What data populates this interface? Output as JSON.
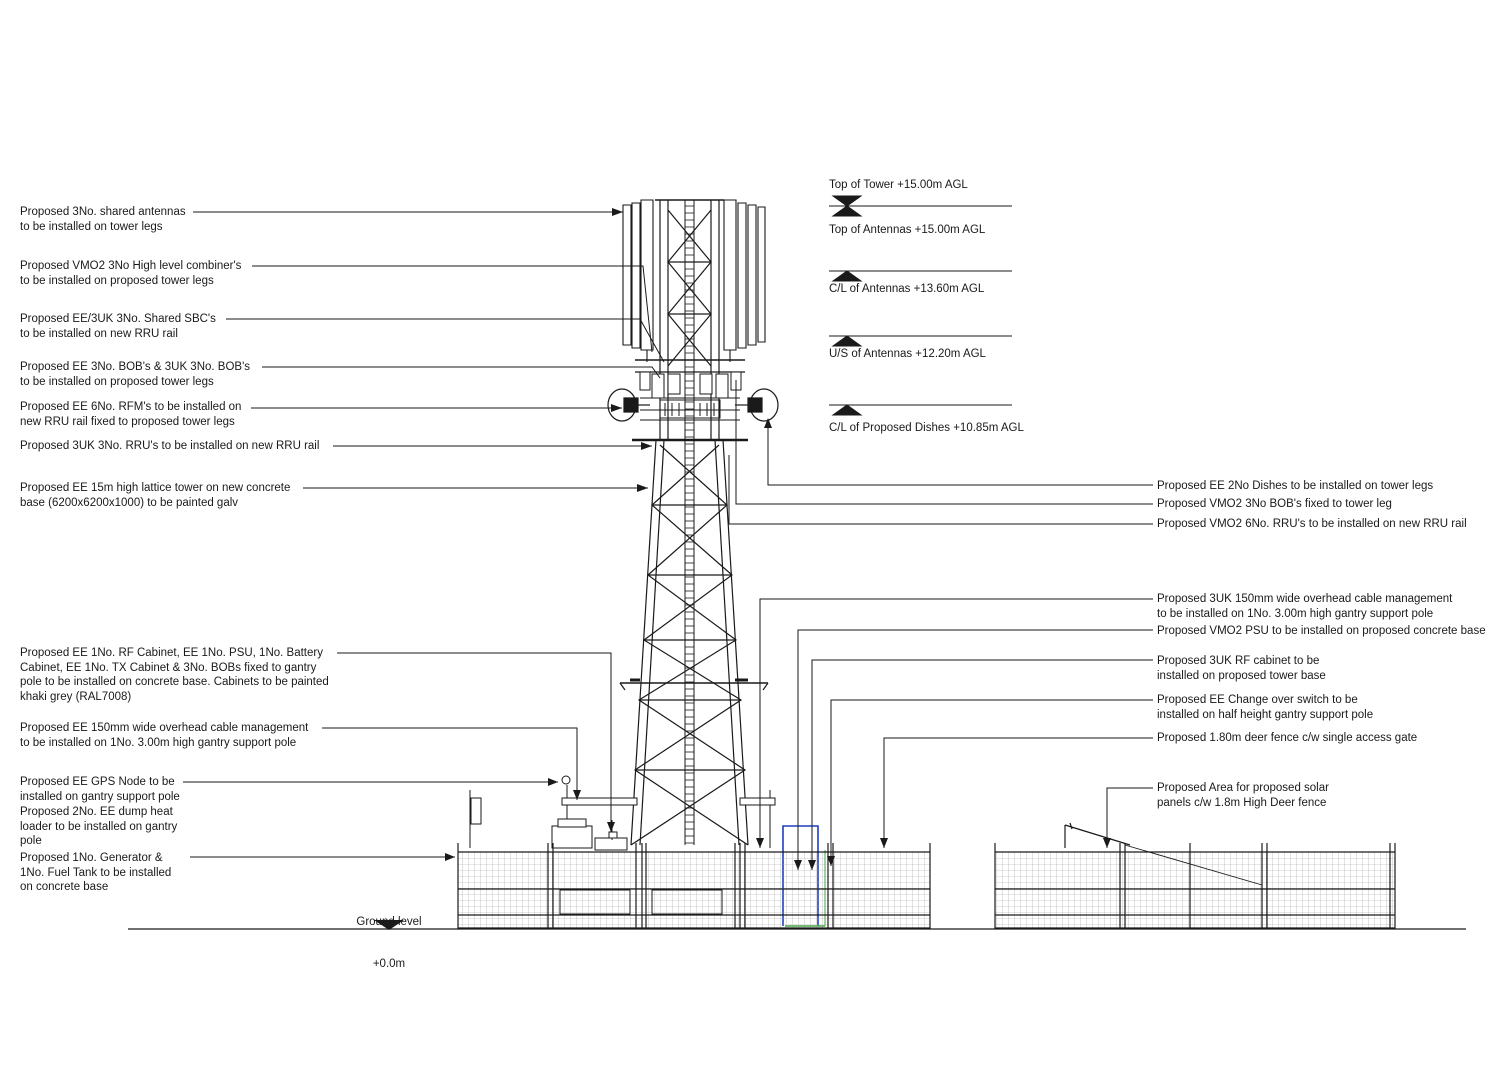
{
  "notes_left": [
    {
      "id": "antennas",
      "text": "Proposed 3No. shared antennas\nto be installed on tower legs"
    },
    {
      "id": "combiners",
      "text": "Proposed VMO2 3No High level combiner's\nto be installed on proposed tower legs"
    },
    {
      "id": "sbc",
      "text": "Proposed EE/3UK 3No. Shared SBC's\nto be installed on new RRU rail"
    },
    {
      "id": "bobs",
      "text": "Proposed EE 3No. BOB's & 3UK 3No. BOB's\nto be installed on proposed tower legs"
    },
    {
      "id": "rfm",
      "text": "Proposed EE 6No. RFM's to be installed on\nnew RRU rail fixed to proposed tower legs"
    },
    {
      "id": "rru3uk",
      "text": "Proposed 3UK 3No. RRU's to be installed on new RRU rail"
    },
    {
      "id": "tower",
      "text": "Proposed EE 15m high lattice tower on new concrete\nbase (6200x6200x1000) to be painted galv"
    },
    {
      "id": "cabinets",
      "text": "Proposed EE 1No. RF Cabinet, EE 1No. PSU, 1No. Battery\nCabinet, EE 1No. TX Cabinet & 3No. BOBs fixed to gantry\npole to be installed on concrete base. Cabinets to be painted\nkhaki grey (RAL7008)"
    },
    {
      "id": "ee-cable",
      "text": "Proposed EE 150mm wide overhead cable management\nto be installed on 1No. 3.00m high gantry support pole"
    },
    {
      "id": "gps",
      "text": "Proposed EE GPS Node to be\ninstalled on gantry support pole"
    },
    {
      "id": "dump-heat",
      "text": "Proposed 2No. EE dump heat\nloader to be installed on gantry\npole"
    },
    {
      "id": "generator",
      "text": "Proposed 1No. Generator &\n1No. Fuel Tank to be installed\non concrete base"
    }
  ],
  "notes_right": [
    {
      "id": "dishes",
      "text": "Proposed EE 2No Dishes to be installed on tower legs"
    },
    {
      "id": "vmo2-bob",
      "text": "Proposed VMO2 3No BOB's fixed to tower leg"
    },
    {
      "id": "vmo2-rru",
      "text": "Proposed VMO2 6No. RRU's to be installed on new RRU rail"
    },
    {
      "id": "uk-cable",
      "text": "Proposed 3UK 150mm wide overhead cable management\nto be installed on 1No. 3.00m high gantry support pole"
    },
    {
      "id": "vmo2-psu",
      "text": "Proposed VMO2 PSU to be installed on proposed concrete base"
    },
    {
      "id": "uk-rf",
      "text": "Proposed 3UK RF cabinet to be\ninstalled on proposed tower base"
    },
    {
      "id": "changeover",
      "text": "Proposed EE Change over switch to be\ninstalled on half height gantry support pole"
    },
    {
      "id": "deer-fence",
      "text": "Proposed 1.80m deer fence c/w single access gate"
    },
    {
      "id": "solar",
      "text": "Proposed Area for proposed solar\npanels c/w 1.8m High Deer fence"
    }
  ],
  "levels": {
    "top_of_tower": "Top of Tower +15.00m AGL",
    "top_of_antennas": "Top of Antennas +15.00m AGL",
    "cl_antennas": "C/L of Antennas +13.60m AGL",
    "us_antennas": "U/S of Antennas +12.20m AGL",
    "cl_dishes": "C/L of Proposed Dishes +10.85m AGL"
  },
  "ground_level": {
    "label": "Ground level",
    "value": "+0.0m"
  },
  "colors": {
    "line": "#1a1a1a",
    "mesh": "#9a9a9a",
    "psu_outline": "#1f3fbf",
    "accent_green": "#3caa3c"
  }
}
